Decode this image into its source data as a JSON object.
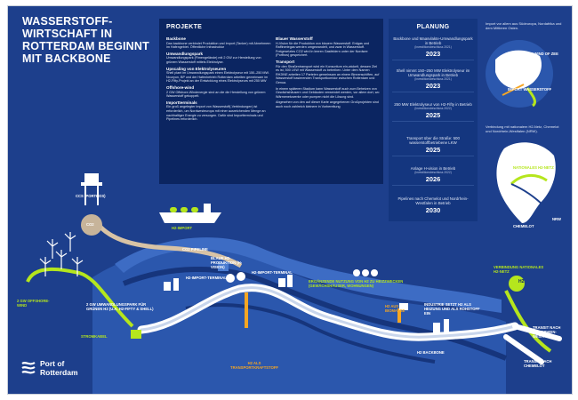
{
  "title": {
    "line1": "WASSERSTOFF-",
    "line2": "WIRTSCHAFT IN",
    "line3": "ROTTERDAM BEGINNT",
    "line4": "MIT BACKBONE"
  },
  "projekte": {
    "heading": "PROJEKTE",
    "backbone": {
      "title": "Backbone",
      "text": "Das backbone verbindet Produktion und Import (Tanker) mit Abnehmern im Hafengebiet. Öffentliche Infrastruktur"
    },
    "umwandlungspark": {
      "title": "Umwandlungspark",
      "text": "Umwandlungspark (Flmengelände) mit 2 GW zur Herstellung von grünem Wasserstoff mittels Elektrolyse."
    },
    "upscaling": {
      "title": "Upscaling von Elektrolyseuren",
      "text": "Shell plant im Umwandlungspark einen Elektrolyseur mit 150–250 MW. Nouryon, BP und der Hafenbetrieb Rotterdam arbeiten gemeinsam im H2-Fifty-Projekt an der Entwicklung eines Elektrolyseurs mit 250 MW"
    },
    "offshore": {
      "title": "Offshore-wind",
      "text": "2 GW Offshore-Windenergie sind an die die Herstellung von grünem Wasserstoff gekoppelt."
    },
    "importterminals": {
      "title": "Importterminals",
      "text": "Ein groß angelegter Import von Wasserstoff(-Verbindungen) ist erforderlich, um Nordwesteuropa mit einer ausreichenden Menge an nachhaltiger Energie zu versorgen. Dafür sind Importterminals und Pipelines erforderlich."
    },
    "blauer": {
      "title": "Blauer Wasserstoff",
      "text": "H-Vision für die Produktion von blauem Wasserstoff. Erdgas und Raffineriegas werden umgewandelt, und zwar in Wasserstoff. Freigesetztes CO2 wird in leeren Gasfeldern unter der Nordsee (Porthos) gespeichert."
    },
    "transport": {
      "title": "Transport",
      "text1": "Für den Straßentransport wird ein Konsortium ein-wickelt, dessen Ziel es ist, 500 LKW mit Wasserstoff zu betreiben. Unter dem Namen RH2INE arbeiten 17 Parteien gemeinsam an einem Binnenschiffen, auf Wasserstoff basierenden Transportkorridor zwischen Rotterdam und Genua.",
      "text2": "In einem späteren Stadium kann Wasserstoff auch zum Beheizen von Gewächshäusern und Gebäuden verwendet werden, vor allem dort, wo Wärmenetzwerke oder pumpen nicht die Lösung sind.",
      "text3": "Abgesehen von den auf dieser Karte angegebenen Großprojekten sind auch noch zahlreich kleinere in Vorbereitung"
    }
  },
  "planung": {
    "heading": "PLANUNG",
    "items": [
      {
        "text": "Backbone und Maasvlakte-Umwandlungspark in Betrieb",
        "note": "(Investitionsbeschluss 2021)",
        "year": "2023"
      },
      {
        "text": "Shell nimmt 150–250 MW Elektrolyseur im Umwandlungspark in Betrieb",
        "note": "(Investitionsbeschluss 2021)",
        "year": "2023"
      },
      {
        "text": "250 MW Elektrolyseur von H2-Fifty in Betrieb",
        "note": "(Investitionsbeschluss 2022)",
        "year": "2025"
      },
      {
        "text": "Transport über die Straße: 500 wasserstoffbetriebene LKW",
        "note": "",
        "year": "2025"
      },
      {
        "text": "Anlage H-vision in Betrieb",
        "note": "(Investitionsbeschluss 2022)",
        "year": "2026"
      },
      {
        "text": "Pipelines nach Chemelot und Nordrhein-Westfalen in Betrieb",
        "note": "",
        "year": "2030"
      }
    ]
  },
  "globe": {
    "text": "Import vor allem aus Südeuropa, Nordafrika und dem Mittleren Osten.",
    "label_wind": "IMPORT WIND OF ZEE",
    "label_import": "IMPORT WASSERSTOFF"
  },
  "netz": {
    "text": "Verbindung mit nationalem H2-Netz, Chemelot und Nordrhein-Westfalen (NRW).",
    "label_netz": "NATIONALES H2-NETZ",
    "label_nrw": "NRW",
    "label_chemelot": "CHEMELOT"
  },
  "map_labels": {
    "ccs": "CCS (PORTHOS)",
    "co2": "CO2",
    "h2_import": "H2-IMPORT",
    "co2_pipeline": "CO2 PIPELINE",
    "blau": "BLAUE H2-PRODUKTION (H-VISION)",
    "h2_import_terminal_1": "H2-IMPORT-TERMINAL",
    "h2_import_terminal_2": "H2-IMPORT-TERMINAL",
    "offshore": "2 GW OFFSHORE-WIND",
    "umwandlungspark": "2 GW UMWANDLUNGSPARK FÜR GRÜNEN H2 (U.A. H2-FIFTY & SHELL)",
    "stromkabel": "STROMKABEL",
    "transport": "H2 ALS TRANSPORTKRAFTSTOFF",
    "nutzung": "ERGÄNZENDE NUTZUNG VON H2 ZU HEIZZWECKEN (GEWÄCHSHÄUSER, WOHNUNGEN)",
    "biomasse": "H2 AUS BIOMASSE",
    "industrie": "INDUSTRIE SETZT H2 ALS HEIZUNG UND ALS ROHSTOFF EIN",
    "backbone": "H2 BACKBONE",
    "verbindung": "VERBINDUNG NATIONALES H2-NETZ",
    "transit_nrw": "TRANSIT NACH NORDRHEIN-WESTFALEN",
    "transit_chemelot": "TRANSIT NACH CHEMELOT",
    "h2_badge": "H2"
  },
  "logo": {
    "line1": "Port of",
    "line2": "Rotterdam"
  },
  "colors": {
    "background": "#1d3f8c",
    "panel": "#0b2561",
    "accent_green": "#b5e61d",
    "accent_orange": "#f5a623",
    "backbone": "#dfe8f4"
  }
}
